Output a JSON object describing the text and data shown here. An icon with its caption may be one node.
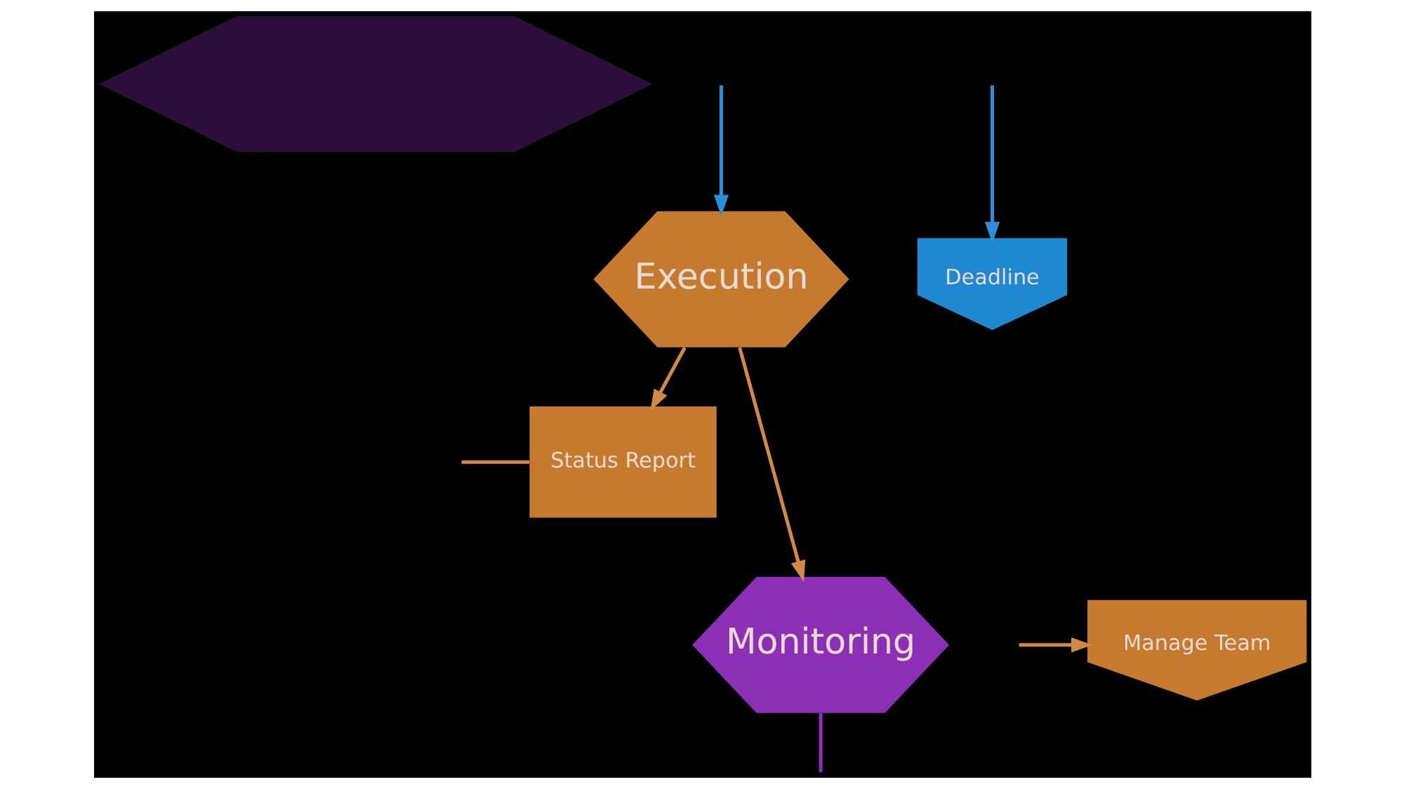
{
  "diagram": {
    "nodes": [
      {
        "text": [],
        "shape": "hexagon"
      },
      {
        "text": [
          "Execution"
        ]
      },
      {
        "text": [
          "Deadline"
        ]
      },
      {
        "text": [
          "Status Report"
        ]
      },
      {
        "text": [
          "Manage Team"
        ]
      },
      {
        "text": [
          "Monitoring"
        ]
      }
    ],
    "edges": [
      {
        "from": null,
        "to": 1,
        "arrow": "to",
        "color": "#2a8fd8"
      },
      {
        "from": 1,
        "to": 3,
        "arrow": "to"
      },
      {
        "from": 1,
        "to": 5,
        "arrow": "to"
      },
      {
        "from": null,
        "to": 2,
        "arrow": "to",
        "color": "#2a8fd8"
      },
      {
        "from": null,
        "to": 3,
        "arrow": "none"
      },
      {
        "from": null,
        "to": 4,
        "arrow": "to"
      },
      {
        "from": 5,
        "to": null,
        "arrow": "none",
        "color": "#8b2fb5"
      }
    ]
  }
}
